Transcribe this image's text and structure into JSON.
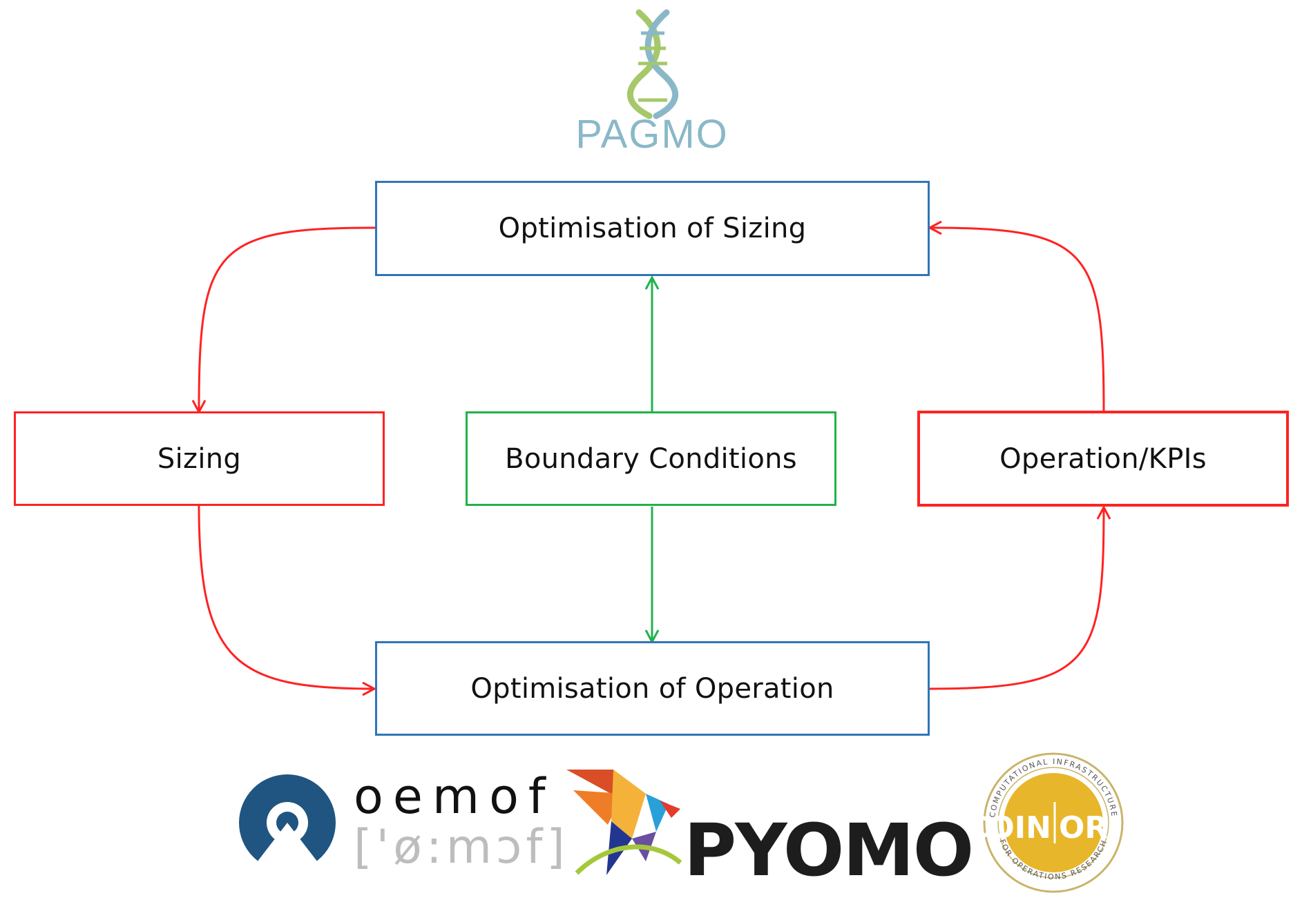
{
  "nodes": {
    "sizing_opt": "Optimisation of Sizing",
    "sizing": "Sizing",
    "boundary": "Boundary Conditions",
    "kpis": "Operation/KPIs",
    "operation_opt": "Optimisation of Operation"
  },
  "logos": {
    "pagmo": "PAGMO",
    "oemof": "oemof",
    "oemof_phonetic": "['ø:mɔf]",
    "pyomo": "PYOMO",
    "coinor_left": "COIN",
    "coinor_right": "OR",
    "coinor_ring_top": "COMPUTATIONAL INFRASTRUCTURE",
    "coinor_ring_bottom": "FOR OPERATIONS RESEARCH"
  },
  "colors": {
    "blue_box": "#2e75b6",
    "red_flow": "#ff2222",
    "green_flow": "#22b14c",
    "pagmo_text": "#8ab8c8",
    "oemof_blue": "#1f5580",
    "coinor_gold": "#e8b62a"
  }
}
